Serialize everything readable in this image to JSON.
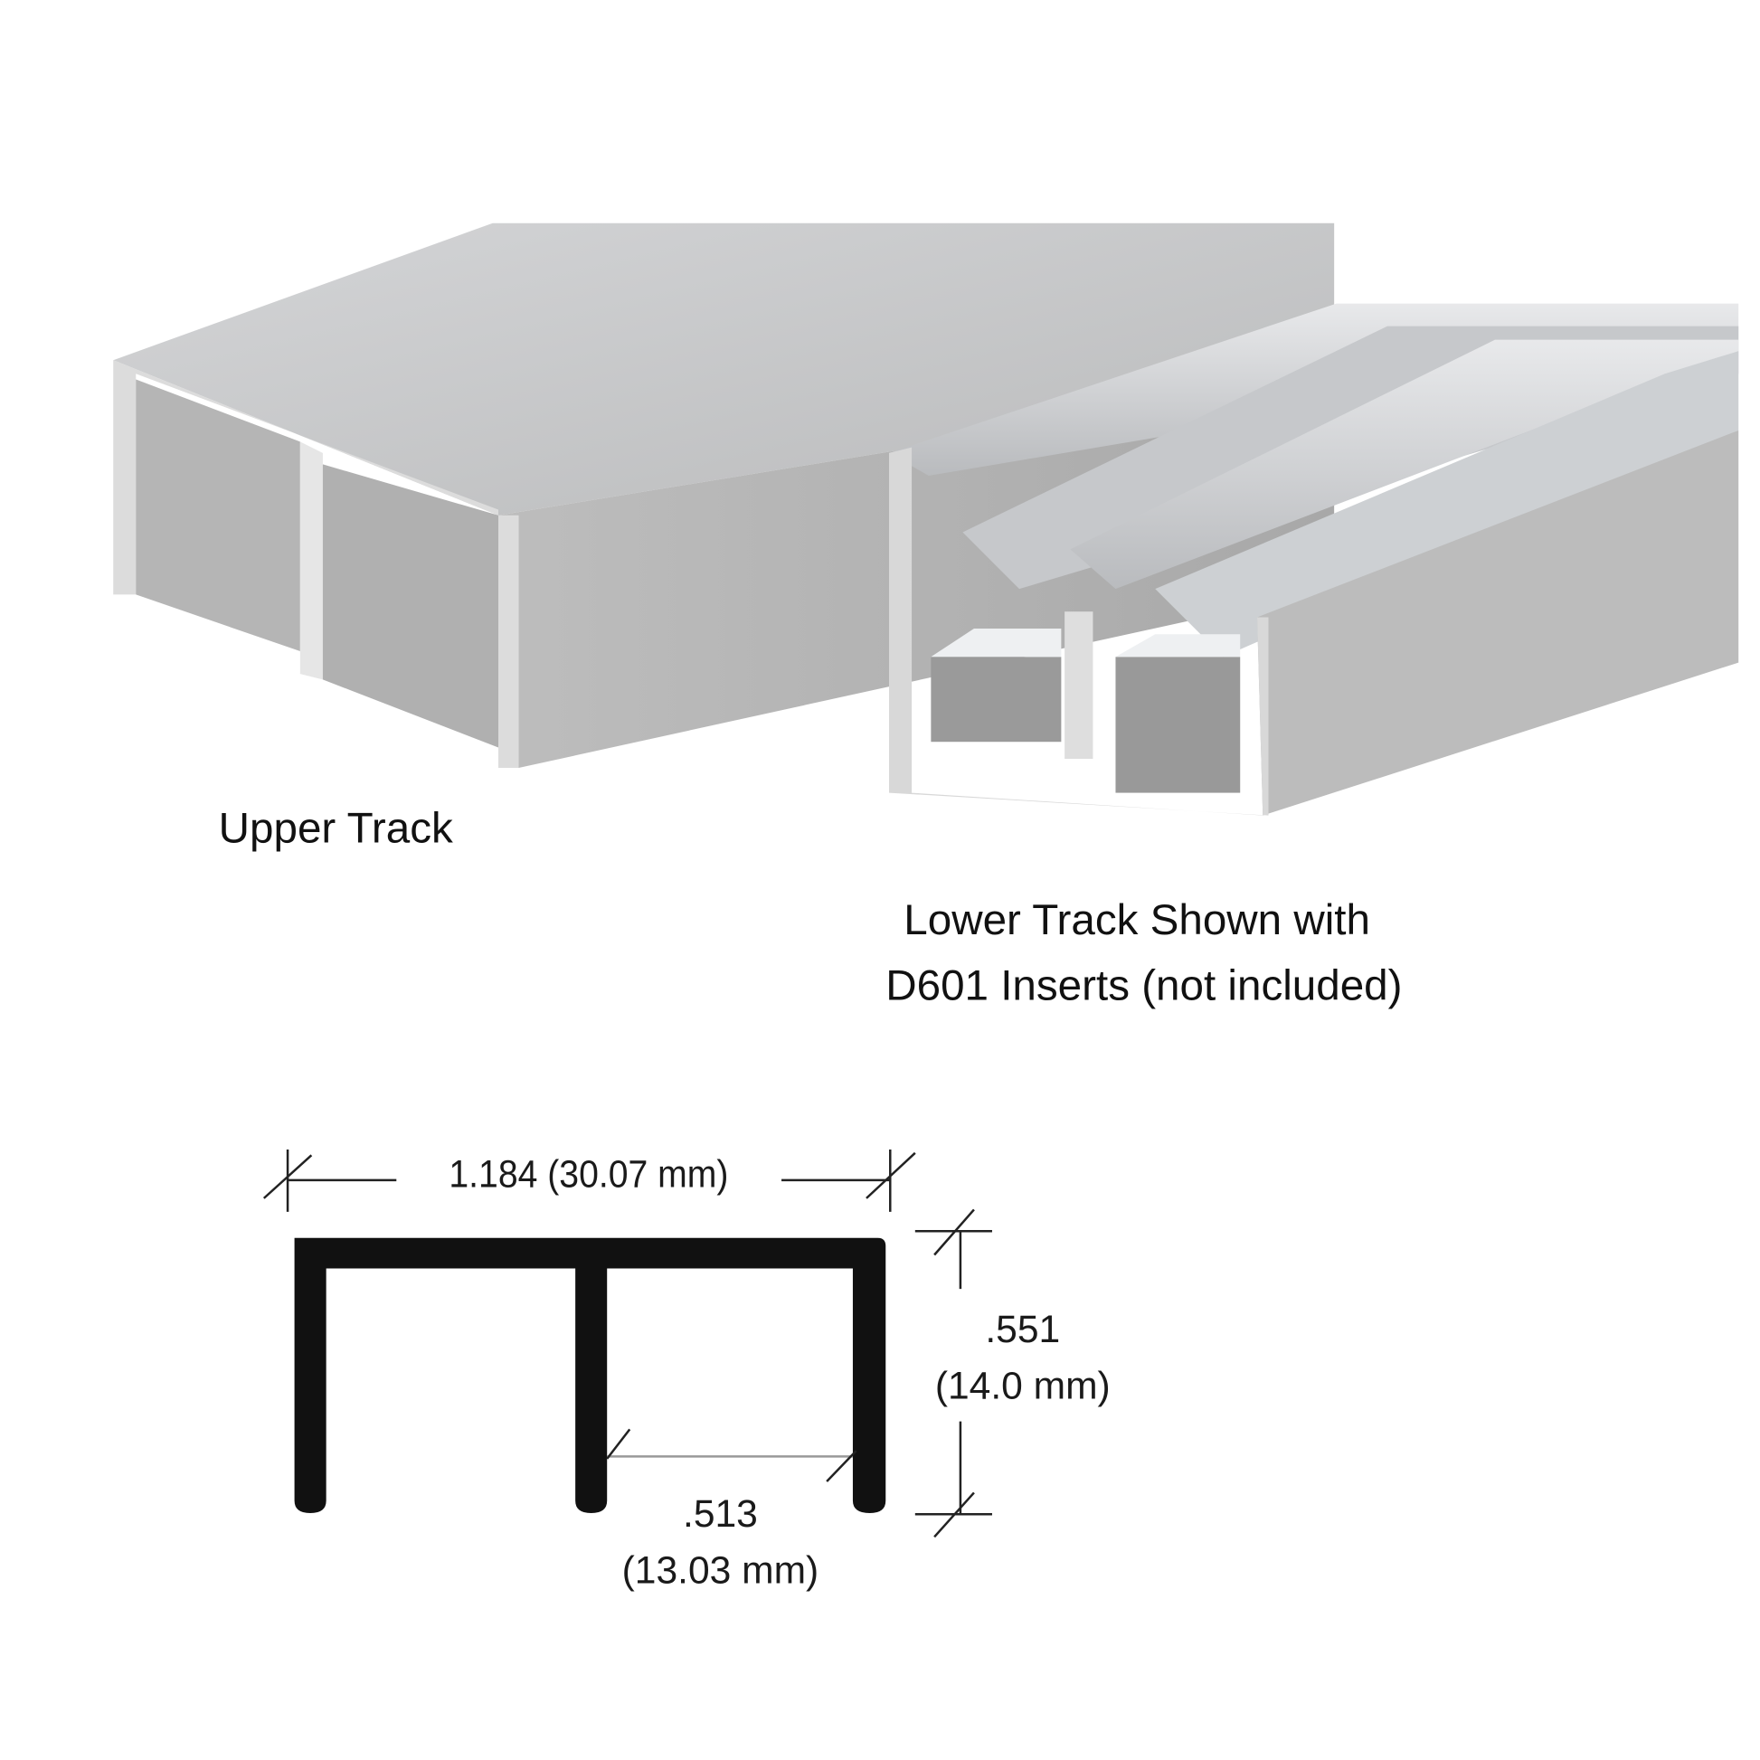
{
  "upper_track": {
    "caption": "Upper Track"
  },
  "lower_track": {
    "caption_line1": "Lower Track Shown with",
    "caption_line2": "D601 Inserts (not included)"
  },
  "profile_drawing": {
    "width_dim": "1.184 (30.07 mm)",
    "height_dim_in": ".551",
    "height_dim_mm": "(14.0 mm)",
    "channel_dim_in": ".513",
    "channel_dim_mm": "(13.03 mm)"
  },
  "colors": {
    "aluminum_light": "#c9cacc",
    "aluminum_dark": "#a9a9a9",
    "profile": "#111111"
  }
}
